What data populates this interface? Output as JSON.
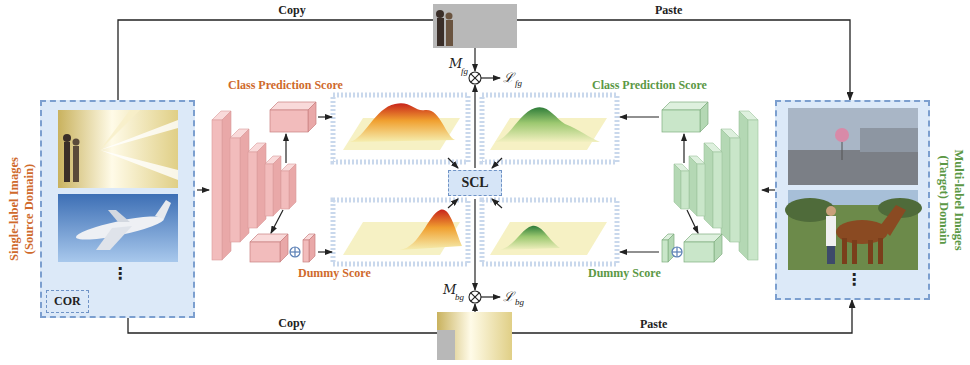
{
  "diagram": {
    "nodes": [
      {
        "text": [
          "Single-label Images (Source Domain)"
        ]
      },
      {
        "text": [
          "COR"
        ],
        "in": 0
      },
      {
        "text": [
          "SCL"
        ]
      },
      {
        "text": [
          "Multi-label Images (Target) Domain"
        ]
      }
    ],
    "edges": [
      {
        "from": 0,
        "to": 3,
        "arrow": "to",
        "label": "Copy"
      },
      {
        "from": 0,
        "to": 3,
        "arrow": "to",
        "label": "Copy"
      }
    ],
    "labels": [
      "Paste",
      "Paste",
      "Class Prediction Score",
      "Class Prediction Score",
      "Dummy Score",
      "Dummy Score",
      "M",
      "fg",
      "ℒ",
      "fg",
      "M",
      "bg",
      "ℒ",
      "bg",
      "⋮",
      "⋮"
    ]
  }
}
